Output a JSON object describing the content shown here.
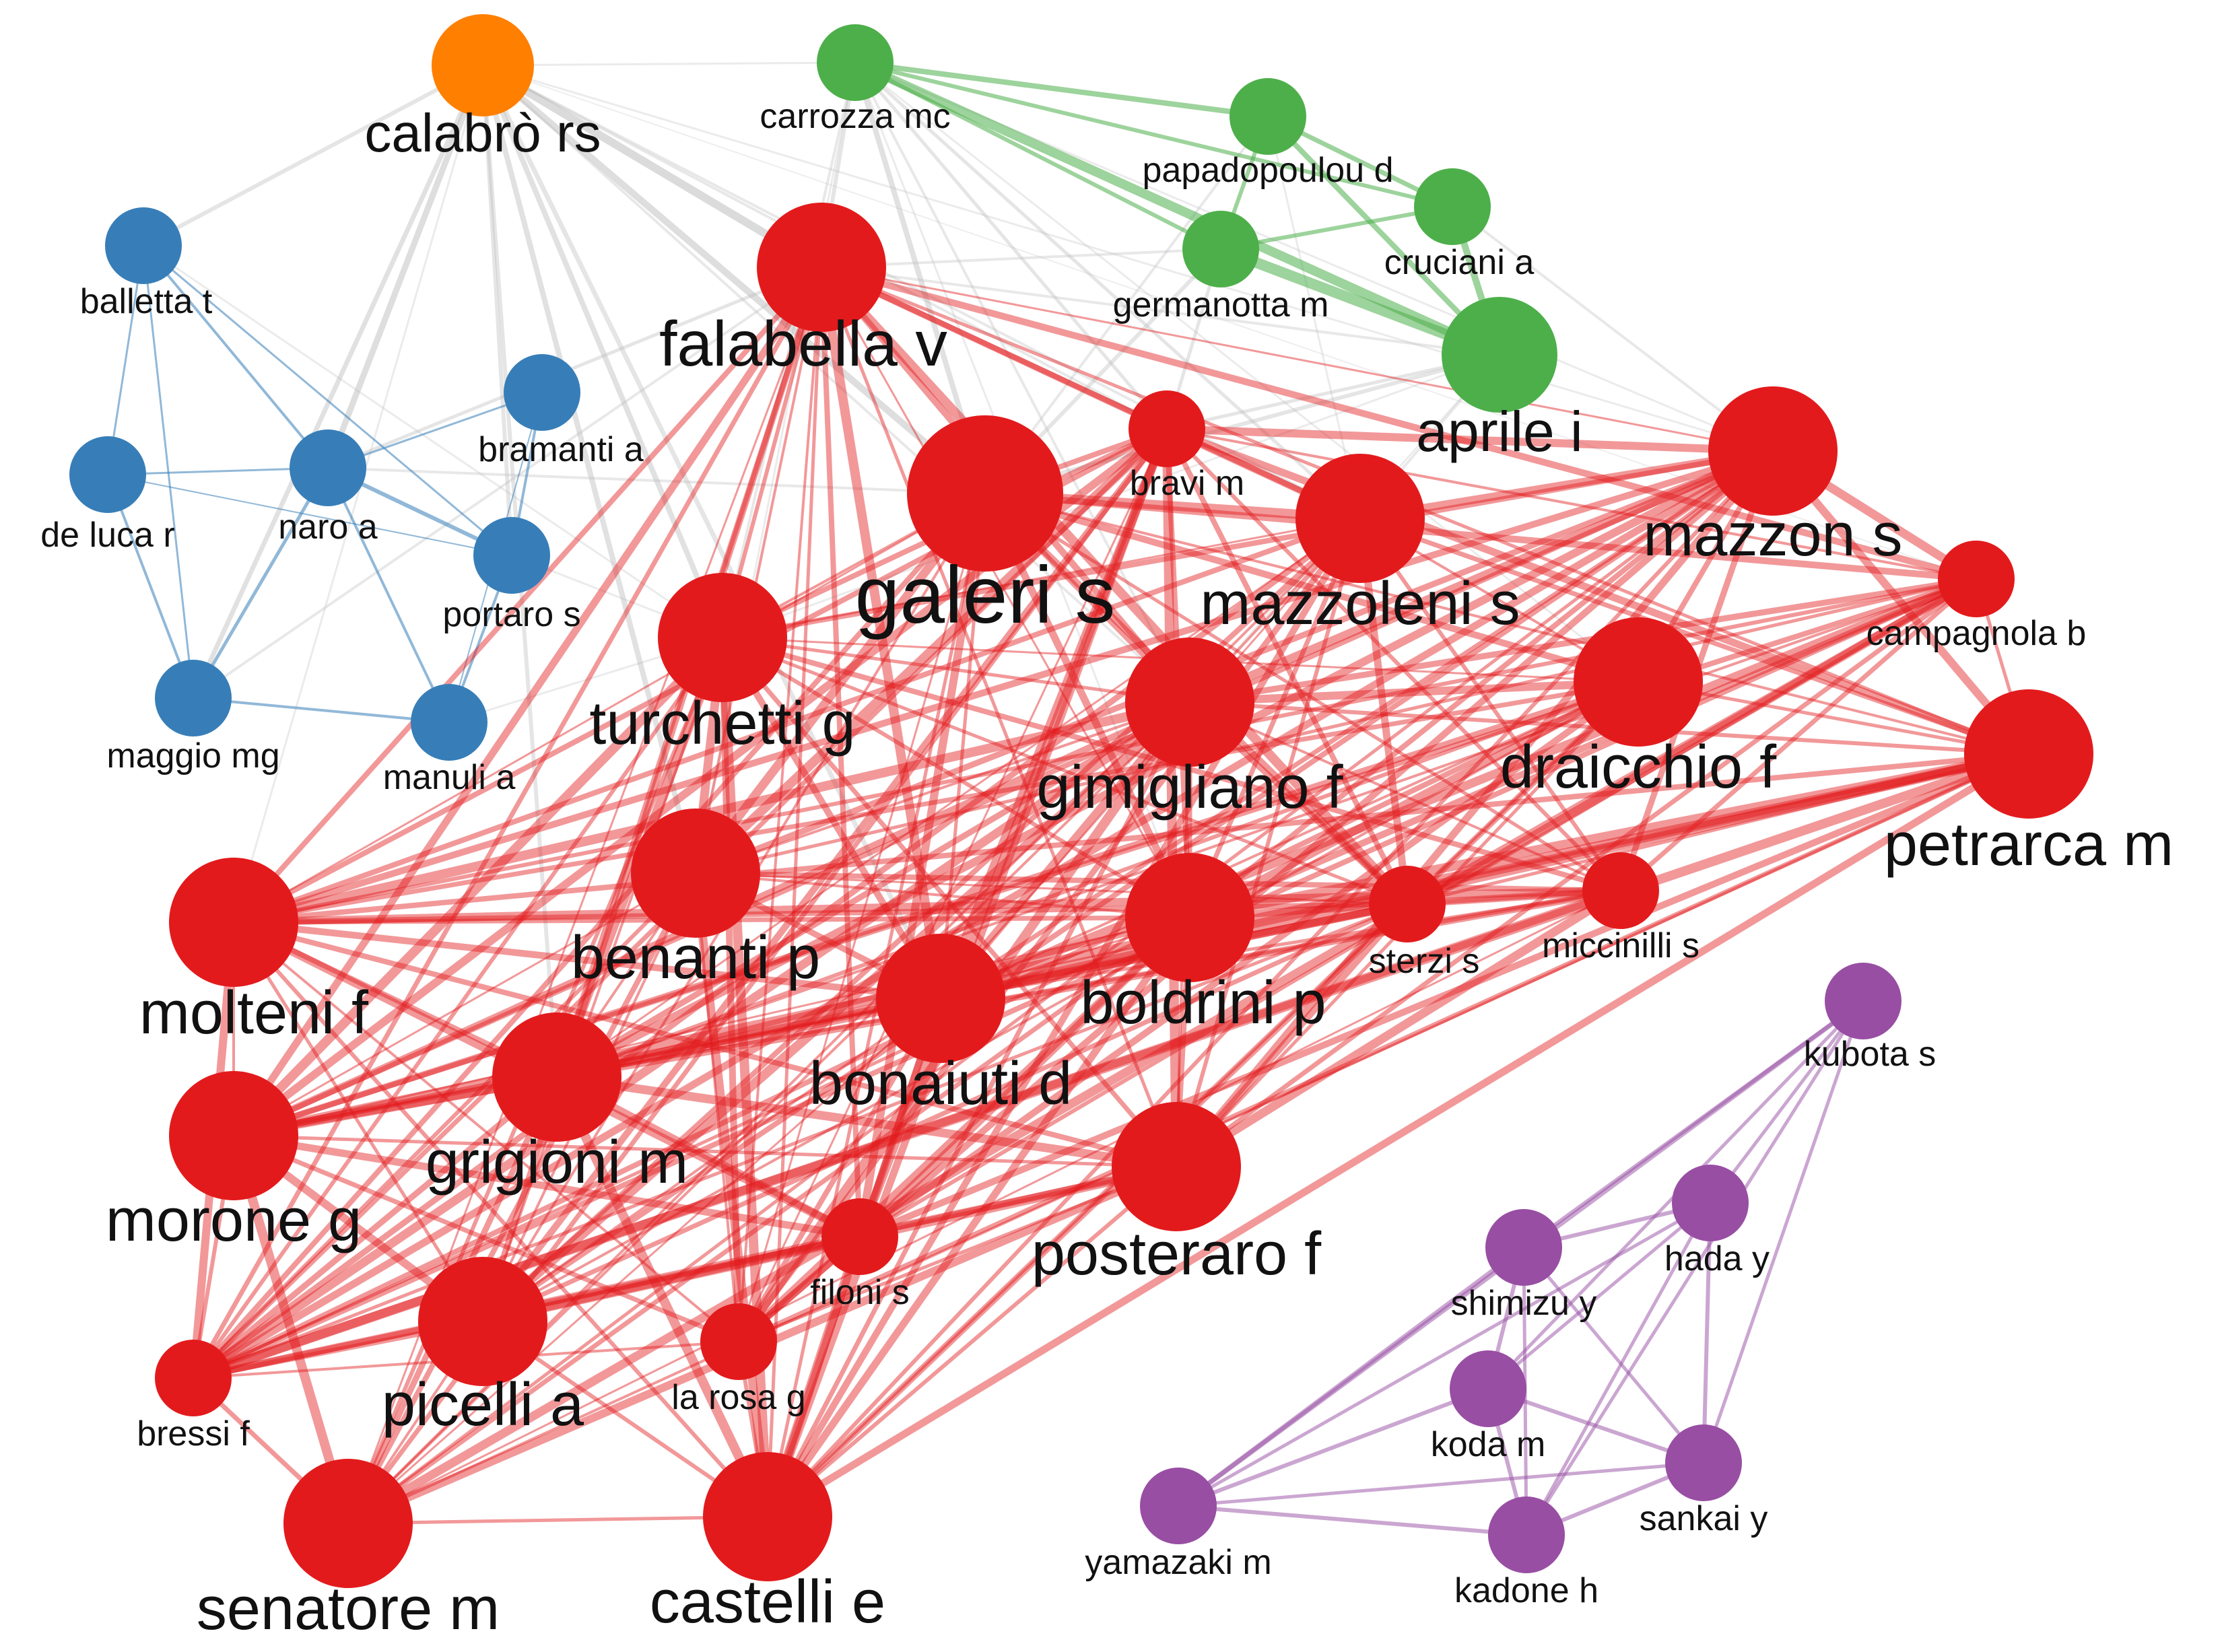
{
  "colors": {
    "red": "#e31a1c",
    "blue": "#377eb8",
    "green": "#4daf4a",
    "purple": "#984ea3",
    "orange": "#ff7f00",
    "grey": "#bdbdbd"
  },
  "nodes": [
    {
      "id": "calabro",
      "label": "calabrò rs",
      "cluster": "orange"
    },
    {
      "id": "balletta",
      "label": "balletta t",
      "cluster": "blue"
    },
    {
      "id": "deluca",
      "label": "de luca r",
      "cluster": "blue"
    },
    {
      "id": "naro",
      "label": "naro a",
      "cluster": "blue"
    },
    {
      "id": "bramanti",
      "label": "bramanti a",
      "cluster": "blue"
    },
    {
      "id": "portaro",
      "label": "portaro s",
      "cluster": "blue"
    },
    {
      "id": "maggio",
      "label": "maggio mg",
      "cluster": "blue"
    },
    {
      "id": "manuli",
      "label": "manuli a",
      "cluster": "blue"
    },
    {
      "id": "carrozza",
      "label": "carrozza mc",
      "cluster": "green"
    },
    {
      "id": "papadopoulou",
      "label": "papadopoulou d",
      "cluster": "green"
    },
    {
      "id": "cruciani",
      "label": "cruciani a",
      "cluster": "green"
    },
    {
      "id": "germanotta",
      "label": "germanotta m",
      "cluster": "green"
    },
    {
      "id": "aprile",
      "label": "aprile i",
      "cluster": "green"
    },
    {
      "id": "falabella",
      "label": "falabella v",
      "cluster": "red"
    },
    {
      "id": "bravi",
      "label": "bravi m",
      "cluster": "red"
    },
    {
      "id": "galeri",
      "label": "galeri s",
      "cluster": "red"
    },
    {
      "id": "mazzoleni",
      "label": "mazzoleni s",
      "cluster": "red"
    },
    {
      "id": "mazzon",
      "label": "mazzon s",
      "cluster": "red"
    },
    {
      "id": "campagnola",
      "label": "campagnola b",
      "cluster": "red"
    },
    {
      "id": "turchetti",
      "label": "turchetti g",
      "cluster": "red"
    },
    {
      "id": "gimigliano",
      "label": "gimigliano f",
      "cluster": "red"
    },
    {
      "id": "draicchio",
      "label": "draicchio f",
      "cluster": "red"
    },
    {
      "id": "petrarca",
      "label": "petrarca m",
      "cluster": "red"
    },
    {
      "id": "benanti",
      "label": "benanti p",
      "cluster": "red"
    },
    {
      "id": "molteni",
      "label": "molteni f",
      "cluster": "red"
    },
    {
      "id": "boldrini",
      "label": "boldrini p",
      "cluster": "red"
    },
    {
      "id": "sterzi",
      "label": "sterzi s",
      "cluster": "red"
    },
    {
      "id": "miccinilli",
      "label": "miccinilli s",
      "cluster": "red"
    },
    {
      "id": "bonaiuti",
      "label": "bonaiuti d",
      "cluster": "red"
    },
    {
      "id": "grigioni",
      "label": "grigioni m",
      "cluster": "red"
    },
    {
      "id": "morone",
      "label": "morone g",
      "cluster": "red"
    },
    {
      "id": "posteraro",
      "label": "posteraro f",
      "cluster": "red"
    },
    {
      "id": "filoni",
      "label": "filoni s",
      "cluster": "red"
    },
    {
      "id": "picelli",
      "label": "picelli a",
      "cluster": "red"
    },
    {
      "id": "larosa",
      "label": "la rosa g",
      "cluster": "red"
    },
    {
      "id": "bressi",
      "label": "bressi f",
      "cluster": "red"
    },
    {
      "id": "senatore",
      "label": "senatore m",
      "cluster": "red"
    },
    {
      "id": "castelli",
      "label": "castelli e",
      "cluster": "red"
    },
    {
      "id": "kubota",
      "label": "kubota s",
      "cluster": "purple"
    },
    {
      "id": "hada",
      "label": "hada y",
      "cluster": "purple"
    },
    {
      "id": "shimizu",
      "label": "shimizu y",
      "cluster": "purple"
    },
    {
      "id": "koda",
      "label": "koda m",
      "cluster": "purple"
    },
    {
      "id": "sankai",
      "label": "sankai y",
      "cluster": "purple"
    },
    {
      "id": "yamazaki",
      "label": "yamazaki m",
      "cluster": "purple"
    },
    {
      "id": "kadone",
      "label": "kadone h",
      "cluster": "purple"
    }
  ]
}
